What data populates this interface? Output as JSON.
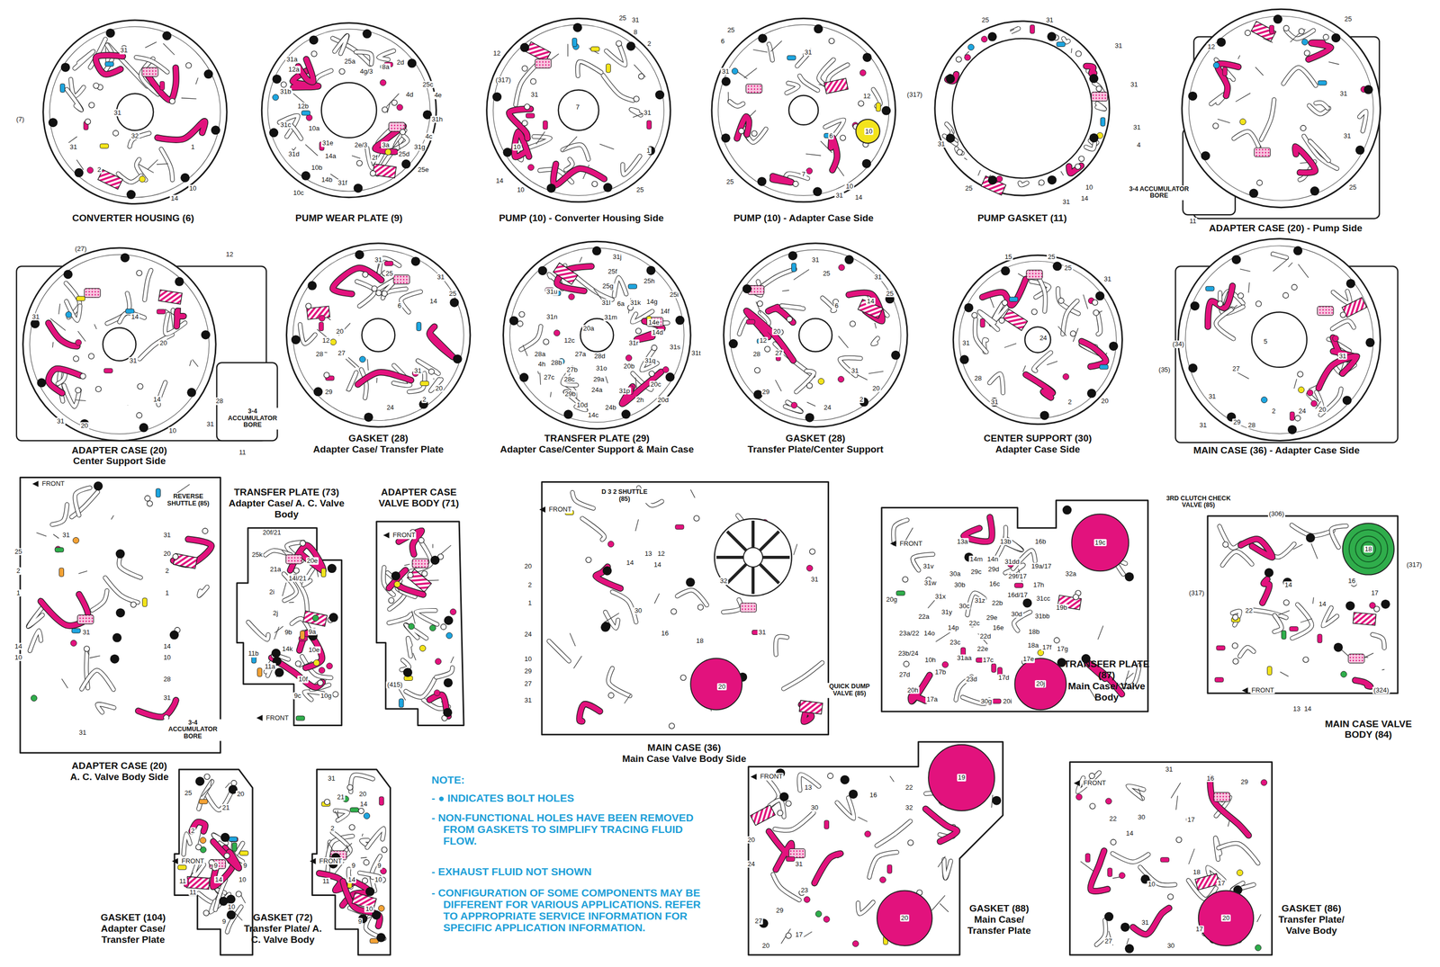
{
  "diagram": {
    "nodes": [
      {
        "text": [
          "CONVERTER HOUSING (6)"
        ]
      },
      {
        "text": [
          "PUMP WEAR PLATE (9)"
        ]
      },
      {
        "text": [
          "PUMP (10) - Converter Housing Side"
        ]
      },
      {
        "text": [
          "PUMP (10) - Adapter Case Side"
        ]
      },
      {
        "text": [
          "PUMP GASKET (11)"
        ]
      },
      {
        "text": [
          "ADAPTER CASE (20) - Pump Side"
        ]
      },
      {
        "text": [
          "ADAPTER CASE (20)",
          "Center Support Side"
        ]
      },
      {
        "text": [
          "GASKET (28)",
          "Adapter Case/ Transfer Plate"
        ]
      },
      {
        "text": [
          "TRANSFER PLATE (29)",
          "Adapter Case/Center Support & Main Case"
        ]
      },
      {
        "text": [
          "GASKET (28)",
          "Transfer Plate/Center Support"
        ]
      },
      {
        "text": [
          "CENTER SUPPORT (30)",
          "Adapter Case Side"
        ]
      },
      {
        "text": [
          "MAIN CASE (36) - Adapter Case Side"
        ]
      },
      {
        "text": [
          "ADAPTER CASE (20)",
          "A. C. Valve Body Side"
        ]
      },
      {
        "text": [
          "TRANSFER PLATE (73)",
          "Adapter Case/ A. C. Valve Body"
        ]
      },
      {
        "text": [
          "ADAPTER CASE VALVE BODY (71)"
        ]
      },
      {
        "text": [
          "MAIN CASE (36)",
          "Main Case Valve Body Side"
        ]
      },
      {
        "text": [
          "TRANSFER PLATE (87)",
          "Main Case/ Valve Body"
        ]
      },
      {
        "text": [
          "MAIN CASE VALVE BODY (84)"
        ]
      },
      {
        "text": [
          "GASKET (104)",
          "Adapter Case/ Transfer Plate"
        ]
      },
      {
        "text": [
          "GASKET (72)",
          "Transfer Plate/ A. C. Valve Body"
        ]
      },
      {
        "text": [
          "GASKET (88)",
          "Main Case/ Transfer Plate"
        ]
      },
      {
        "text": [
          "GASKET (86)",
          "Transfer Plate/ Valve Body"
        ]
      }
    ],
    "labels": [
      "(7)",
      "31",
      "31",
      "31",
      "32",
      "1",
      "2",
      "10",
      "14",
      "31a",
      "12a",
      "31b",
      "12b",
      "31c",
      "10a",
      "31d",
      "10b",
      "14b",
      "31f",
      "10c",
      "25a",
      "4g/3",
      "8a",
      "2d",
      "25c",
      "4d",
      "4e",
      "31h",
      "4c",
      "31g",
      "2e/3",
      "3a",
      "2f",
      "25d",
      "25e",
      "31e",
      "14a",
      "(317)",
      "12",
      "25",
      "31",
      "8",
      "2",
      "7",
      "31",
      "31",
      "1",
      "10",
      "14",
      "10",
      "25",
      "25",
      "6",
      "31",
      "31",
      "12",
      "(317)",
      "6",
      "10",
      "7",
      "25",
      "10",
      "14",
      "31",
      "25",
      "31",
      "31",
      "31",
      "31",
      "4",
      "31",
      "25",
      "10",
      "14",
      "31",
      "12",
      "25",
      "31",
      "31",
      "25",
      "3-4 ACCUMULATOR BORE",
      "11",
      "(27)",
      "12",
      "31",
      "14",
      "20",
      "31",
      "14",
      "10",
      "28",
      "31",
      "20",
      "31",
      "3-4 ACCUMULATOR BORE",
      "11",
      "31",
      "25",
      "31",
      "25",
      "14",
      "6",
      "20",
      "12",
      "28",
      "27",
      "31",
      "29",
      "20",
      "2",
      "24",
      "31j",
      "25f",
      "25g",
      "25h",
      "25i",
      "31u",
      "31l",
      "6a",
      "31k",
      "14g",
      "31m",
      "31n",
      "14f",
      "14e",
      "14d",
      "20a",
      "12c",
      "31r",
      "31s",
      "31t",
      "28a",
      "4h",
      "27a",
      "28d",
      "28b",
      "20b",
      "31q",
      "27b",
      "31o",
      "27c",
      "28c",
      "29a",
      "20c",
      "24a",
      "31p",
      "29b",
      "10d",
      "14c",
      "24b",
      "2h",
      "20d",
      "31",
      "25",
      "31",
      "25",
      "14",
      "6",
      "20",
      "12",
      "28",
      "27",
      "31",
      "29",
      "20",
      "2",
      "24",
      "15",
      "25",
      "25",
      "31",
      "31",
      "24",
      "28",
      "31",
      "2",
      "20",
      "(34)",
      "(35)",
      "5",
      "31",
      "27",
      "31",
      "31",
      "29",
      "28",
      "2",
      "24",
      "20",
      "FRONT",
      "REVERSE SHUTTLE (85)",
      "31",
      "31",
      "25",
      "20",
      "2",
      "2",
      "1",
      "1",
      "31",
      "14",
      "14",
      "10",
      "10",
      "28",
      "31",
      "3-4 ACCUMULATOR BORE",
      "31",
      "20f/21",
      "20e",
      "25k",
      "21a",
      "14l/21",
      "2i",
      "2j",
      "9b",
      "9a",
      "14k",
      "10e",
      "11b",
      "11a",
      "10f",
      "9c",
      "10g",
      "FRONT",
      "FRONT",
      "(415)",
      "D 3 2 SHUTTLE (85)",
      "FRONT",
      "20",
      "2",
      "1",
      "24",
      "10",
      "29",
      "27",
      "31",
      "13",
      "12",
      "14",
      "14",
      "30",
      "16",
      "18",
      "32",
      "31",
      "31",
      "20",
      "QUICK DUMP VALVE (85)",
      "FRONT",
      "13a",
      "13b",
      "16b",
      "19c",
      "14m",
      "14n",
      "31dd",
      "31v",
      "30a",
      "29c",
      "29d",
      "19a/17",
      "32a",
      "31w",
      "30b",
      "16c",
      "29f/17",
      "17h",
      "16d/17",
      "31cc",
      "20g",
      "31x",
      "31z",
      "22b",
      "30c",
      "19b",
      "31y",
      "22a",
      "30d",
      "31bb",
      "29e",
      "22c",
      "16e",
      "23a/22",
      "14o",
      "14p",
      "22d",
      "18b",
      "23c",
      "18a",
      "17f",
      "17g",
      "22e",
      "23b/24",
      "10h",
      "31aa",
      "17c",
      "17e",
      "17b",
      "27d",
      "23d",
      "17d",
      "20j",
      "20h",
      "17a",
      "30g",
      "20i",
      "3RD CLUTCH CHECK VALVE (85)",
      "(306)",
      "18",
      "(317)",
      "(317)",
      "14",
      "16",
      "14",
      "22",
      "17",
      "FRONT",
      "13",
      "14",
      "(324)",
      "25",
      "20",
      "21",
      "2",
      "FRONT",
      "9",
      "9",
      "14",
      "10",
      "11",
      "11",
      "10",
      "9",
      "31",
      "20",
      "21",
      "14",
      "2",
      "FRONT",
      "9",
      "9",
      "14",
      "10",
      "11",
      "10",
      "9",
      "FRONT",
      "13",
      "30",
      "16",
      "22",
      "32",
      "19",
      "20",
      "24",
      "31",
      "23",
      "29",
      "27",
      "17",
      "20",
      "20",
      "FRONT",
      "31",
      "16",
      "29",
      "30",
      "22",
      "17",
      "14",
      "10",
      "18",
      "17",
      "31",
      "17",
      "27",
      "30",
      "20",
      "NOTE:",
      "- ● INDICATES BOLT HOLES",
      "- NON-FUNCTIONAL HOLES HAVE BEEN REMOVED FROM GASKETS TO SIMPLIFY TRACING FLUID FLOW.",
      "- EXHAUST FLUID NOT SHOWN",
      "- CONFIGURATION OF SOME COMPONENTS MAY BE DIFFERENT FOR VARIOUS APPLICATIONS. REFER TO APPROPRIATE SERVICE INFORMATION FOR SPECIFIC APPLICATION INFORMATION."
    ]
  }
}
